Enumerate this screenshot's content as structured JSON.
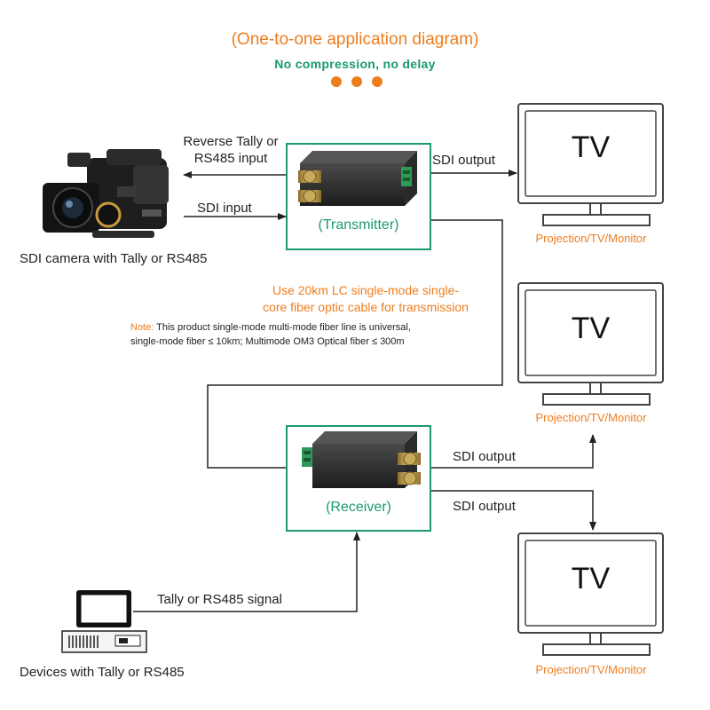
{
  "header": {
    "title": "(One-to-one application diagram)",
    "subtitle": "No compression, no delay"
  },
  "camera": {
    "caption": "SDI camera with Tally or RS485",
    "arrow_in_label_line1": "Reverse Tally or",
    "arrow_in_label_line2": "RS485 input",
    "arrow_out_label": "SDI input"
  },
  "transmitter": {
    "label": "(Transmitter)",
    "output_label": "SDI output"
  },
  "receiver": {
    "label": "(Receiver)",
    "output1_label": "SDI output",
    "output2_label": "SDI output"
  },
  "fiber": {
    "line1": "Use 20km LC single-mode single-",
    "line2": "core fiber optic cable for transmission"
  },
  "note": {
    "prefix": "Note:",
    "line1": " This product single-mode multi-mode fiber line is universal,",
    "line2": "single-mode fiber ≤ 10km; Multimode OM3 Optical fiber ≤ 300m"
  },
  "device": {
    "caption": "Devices with Tally or RS485",
    "signal_label": "Tally or RS485 signal"
  },
  "tvs": [
    {
      "screen_text": "TV",
      "caption": "Projection/TV/Monitor"
    },
    {
      "screen_text": "TV",
      "caption": "Projection/TV/Monitor"
    },
    {
      "screen_text": "TV",
      "caption": "Projection/TV/Monitor"
    }
  ],
  "colors": {
    "accent_orange": "#ee7d1e",
    "accent_green": "#1a9a6e",
    "line": "#222222"
  }
}
